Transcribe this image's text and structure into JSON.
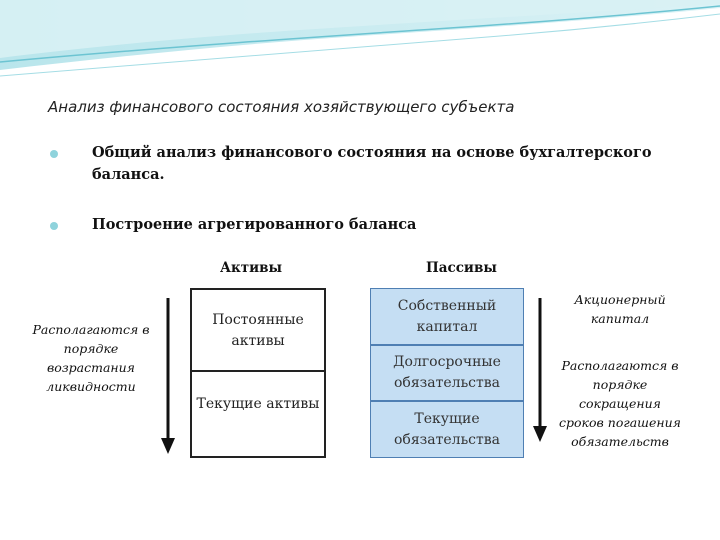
{
  "title": "Анализ финансового состояния хозяйствующего субъекта",
  "bullets": [
    "Общий анализ финансового состояния на основе бухгалтерского баланса.",
    "Построение агрегированного баланса"
  ],
  "balance": {
    "assets_header": "Активы",
    "liabilities_header": "Пассивы",
    "assets": [
      "Постоянные активы",
      "Текущие активы"
    ],
    "liabilities": [
      "Собственный капитал",
      "Долгосрочные обязательства",
      "Текущие обязательства"
    ],
    "left_note": "Располагаются в порядке возрастания ликвидности",
    "right_top_note": "Акционерный капитал",
    "right_note": "Располагаются в порядке сокращения сроков погашения обязательств"
  },
  "colors": {
    "bullet": "#8fd3dc",
    "liability_fill": "#c5def3",
    "liability_border": "#4f7fb3"
  }
}
